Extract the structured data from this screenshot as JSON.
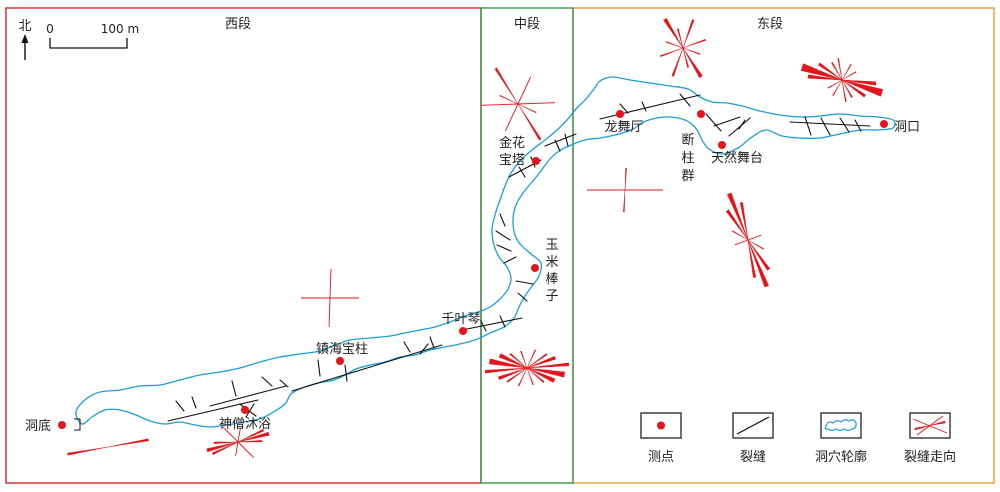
{
  "sections": {
    "west": "西段",
    "middle": "中段",
    "east": "东段"
  },
  "north_label": "北",
  "scale": {
    "zero": "0",
    "distance": "100 m"
  },
  "points": {
    "cave_bottom": "洞底",
    "shenseng_muyu": "神僧沐浴",
    "zhenhai_baozhu": "镇海宝柱",
    "qianyeqin": "千叶琴",
    "yumi_bangzi": "玉米棒子",
    "jinhua_baota": "金花宝塔",
    "longwu_ting": "龙舞厅",
    "duanzhu_qun": "断柱群",
    "tianran_wutai": "天然舞台",
    "cave_entrance": "洞口"
  },
  "legend": {
    "measurement_point": "测点",
    "fracture": "裂缝",
    "cave_outline": "洞穴轮廓",
    "fracture_strike": "裂缝走向"
  },
  "colors": {
    "west_frame": "#d9262b",
    "middle_frame": "#2f9a4b",
    "east_frame": "#ee9a35",
    "cave_outline": "#1c9fd6",
    "point": "#e3141b",
    "fracture_strike": "#e3141b",
    "fracture": "#111111"
  }
}
